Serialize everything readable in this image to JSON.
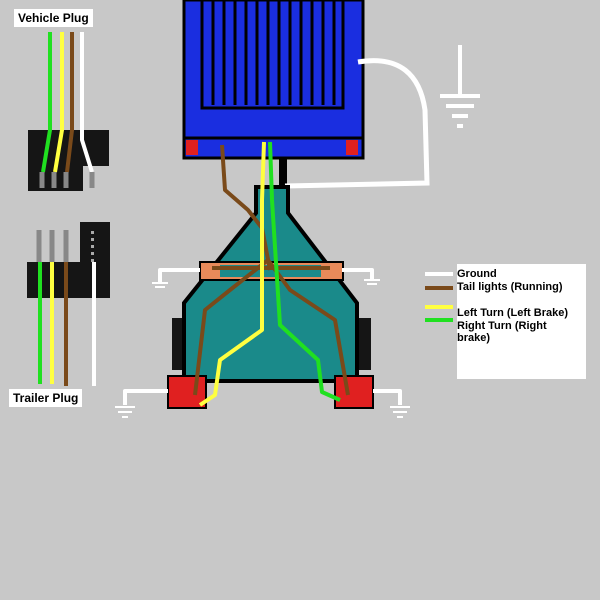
{
  "labels": {
    "vehicle_plug": "Vehicle Plug",
    "trailer_plug": "Trailer Plug"
  },
  "legend": [
    {
      "label": "Ground",
      "color": "#ffffff"
    },
    {
      "label": "Tail lights (Running)",
      "color": "#7a4a1a"
    },
    {
      "label": "Left Turn (Left Brake)",
      "color": "#ffff40"
    },
    {
      "label": "Right Turn (Right brake)",
      "color": "#20e020"
    }
  ],
  "colors": {
    "background": "#c8c8c8",
    "vehicle": "#1a2ee0",
    "trailer": "#1a8a8a",
    "lamp": "#e02020",
    "marker_lamp": "#e88a5a",
    "plug": "#151515",
    "ground_wire": "#ffffff",
    "tail_wire": "#7a4a1a",
    "left_wire": "#ffff40",
    "right_wire": "#20e020"
  }
}
